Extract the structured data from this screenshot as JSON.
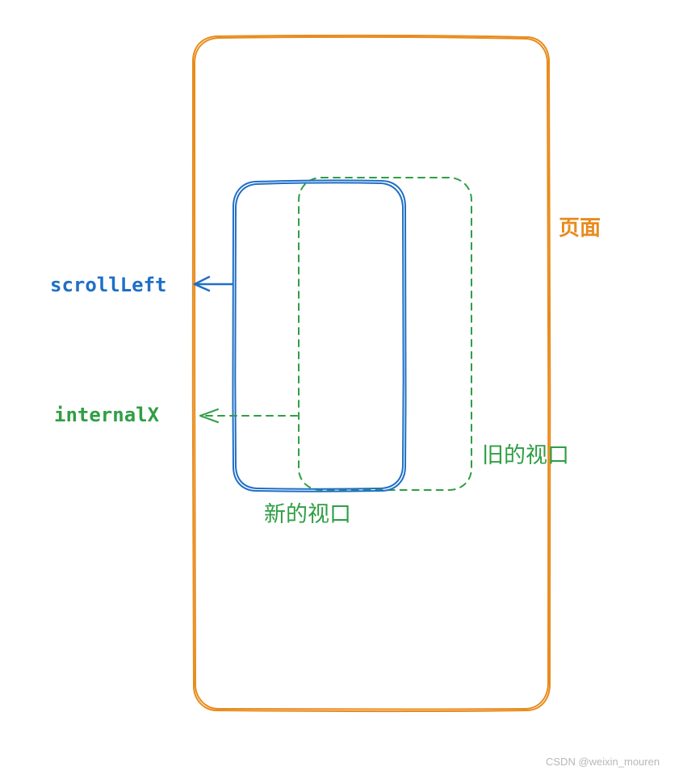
{
  "labels": {
    "page": "页面",
    "scroll_left": "scrollLeft",
    "internal_x": "internalX",
    "old_viewport": "旧的视口",
    "new_viewport": "新的视口"
  },
  "watermark": "CSDN @weixin_mouren",
  "colors": {
    "page": "#e88b1b",
    "new_viewport": "#1f6fc5",
    "old_viewport": "#2f9e44",
    "watermark": "#b8b8b8"
  }
}
